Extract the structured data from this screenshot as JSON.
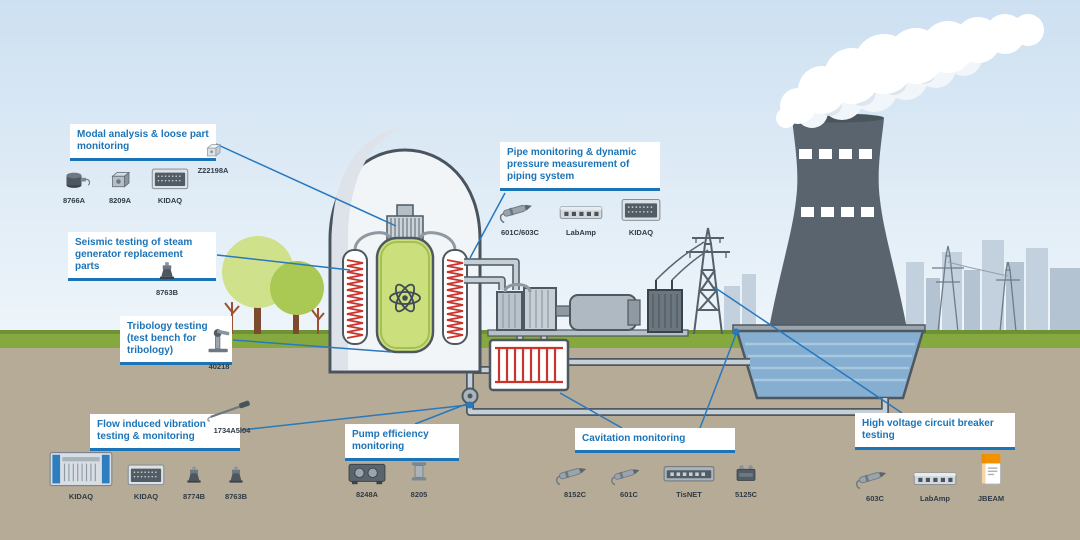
{
  "callouts": [
    {
      "title": "Modal analysis & loose part monitoring",
      "products": [
        {
          "name": "8766A"
        },
        {
          "name": "8209A"
        },
        {
          "name": "KIDAQ"
        },
        {
          "name": "Z22198A"
        }
      ]
    },
    {
      "title": "Seismic testing of steam generator replacement parts",
      "products": [
        {
          "name": "8763B"
        }
      ]
    },
    {
      "title": "Tribology testing (test bench for tribology)",
      "products": [
        {
          "name": "40218"
        }
      ]
    },
    {
      "title": "Pipe monitoring & dynamic pressure measurement of piping system",
      "products": [
        {
          "name": "601C/603C"
        },
        {
          "name": "LabAmp"
        },
        {
          "name": "KIDAQ"
        }
      ]
    },
    {
      "title": "Flow induced vibration testing & monitoring",
      "products": [
        {
          "name": "1734A5l04"
        },
        {
          "name": "KIDAQ"
        },
        {
          "name": "KIDAQ"
        },
        {
          "name": "8774B"
        },
        {
          "name": "8763B"
        }
      ]
    },
    {
      "title": "Pump efficiency monitoring",
      "products": [
        {
          "name": "8248A"
        },
        {
          "name": "8205"
        }
      ]
    },
    {
      "title": "Cavitation monitoring",
      "products": [
        {
          "name": "8152C"
        },
        {
          "name": "601C"
        },
        {
          "name": "TisNET"
        },
        {
          "name": "5125C"
        }
      ]
    },
    {
      "title": "High voltage circuit breaker testing",
      "products": [
        {
          "name": "603C"
        },
        {
          "name": "LabAmp"
        },
        {
          "name": "JBEAM"
        }
      ]
    }
  ],
  "colors": {
    "accent": "#1b74b8",
    "connector_line": "#2878be",
    "coil_red": "#c9342c",
    "vessel_green": "#cbe07c",
    "tower_gray": "#59646e",
    "water_blue": "#85aed0",
    "grass_green": "#85a93f",
    "earth_tan": "#b6ab96",
    "jbeam_orange": "#f29200"
  }
}
